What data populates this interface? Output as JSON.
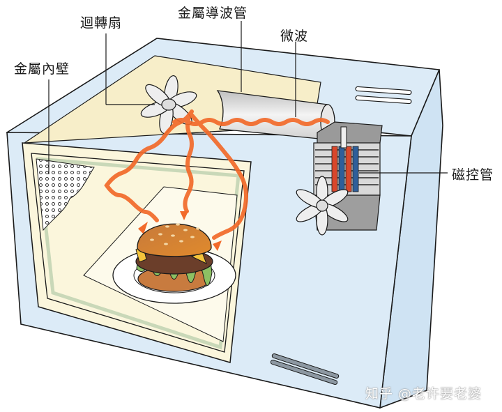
{
  "title": "Microwave oven structure diagram",
  "labels": {
    "rotating_fan": "迴轉扇",
    "metal_waveguide": "金屬導波管",
    "microwave": "微波",
    "metal_inner_wall": "金屬內壁",
    "magnetron": "磁控管"
  },
  "watermark": "知乎 @老许要老婆",
  "colors": {
    "outer_case": "#dcebf7",
    "cavity": "#fbf6dc",
    "microwave_wave": "#f26a2a",
    "magnetron_red": "#d8472b",
    "magnetron_blue": "#2f5f9a",
    "outline": "#1a1a1a"
  }
}
